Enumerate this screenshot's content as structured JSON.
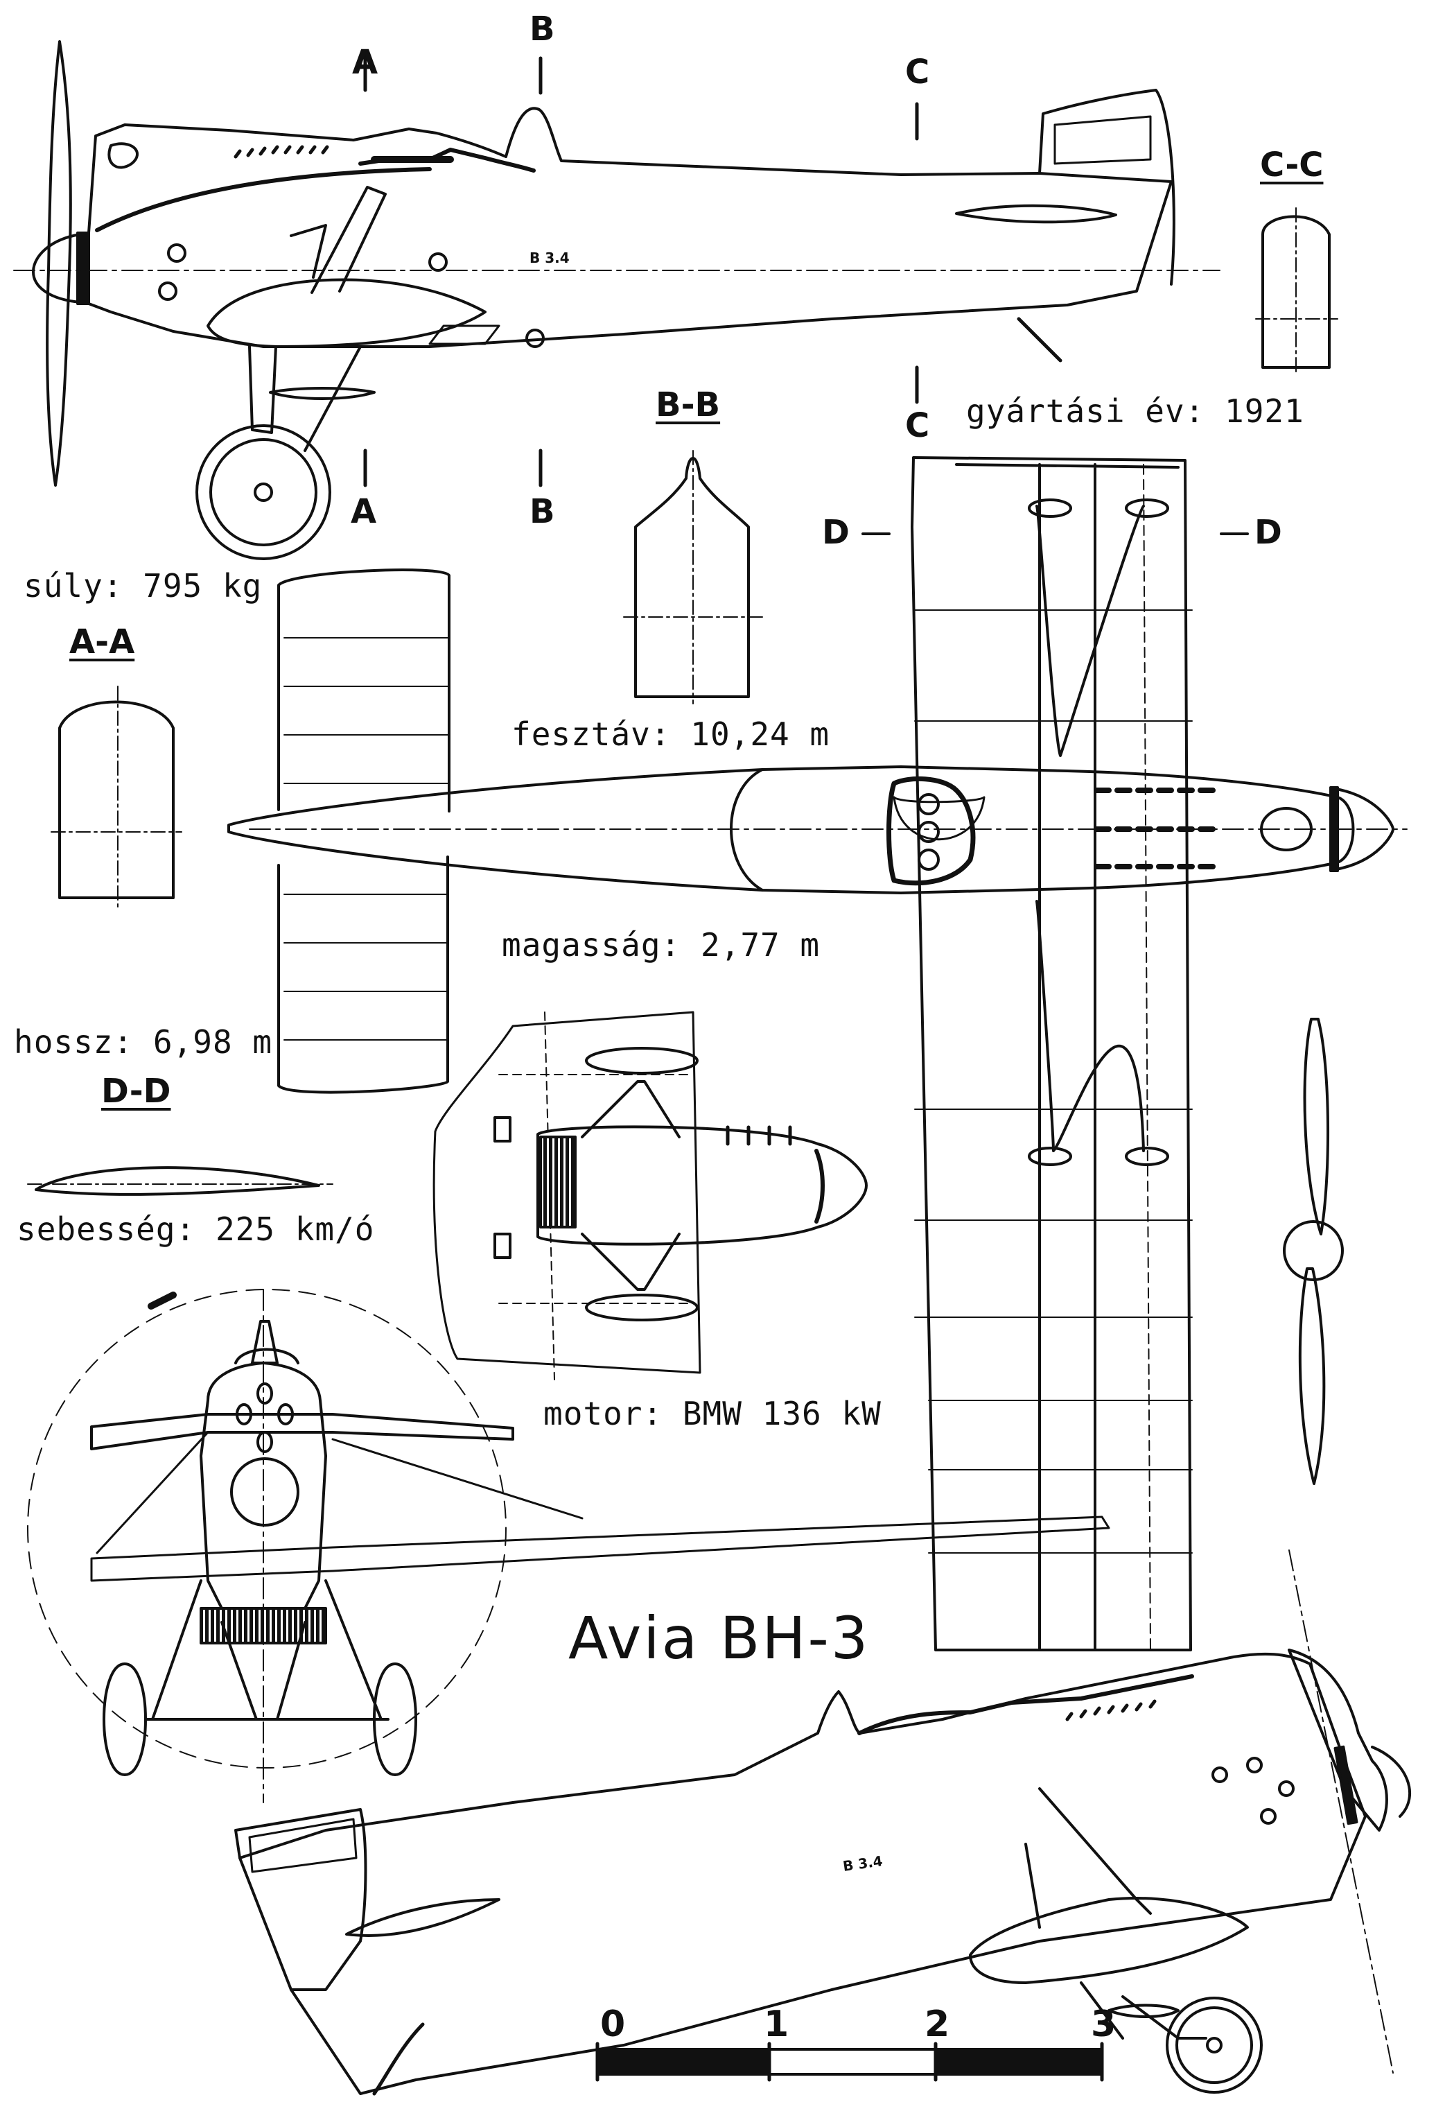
{
  "title": "Avia BH-3",
  "specs": {
    "year": "gyártási év: 1921",
    "weight": "súly: 795 kg",
    "span": "fesztáv: 10,24 m",
    "height": "magasság: 2,77 m",
    "length": "hossz: 6,98 m",
    "speed": "sebesség: 225 km/ó",
    "engine": "motor: BMW 136 kW"
  },
  "sections": {
    "aa": "A-A",
    "bb": "B-B",
    "cc": "C-C",
    "dd": "D-D",
    "a": "A",
    "b": "B",
    "c": "C",
    "d": "D"
  },
  "registration": "B 3.4",
  "scale_bar": {
    "labels": [
      "0",
      "1",
      "2",
      "3"
    ]
  }
}
